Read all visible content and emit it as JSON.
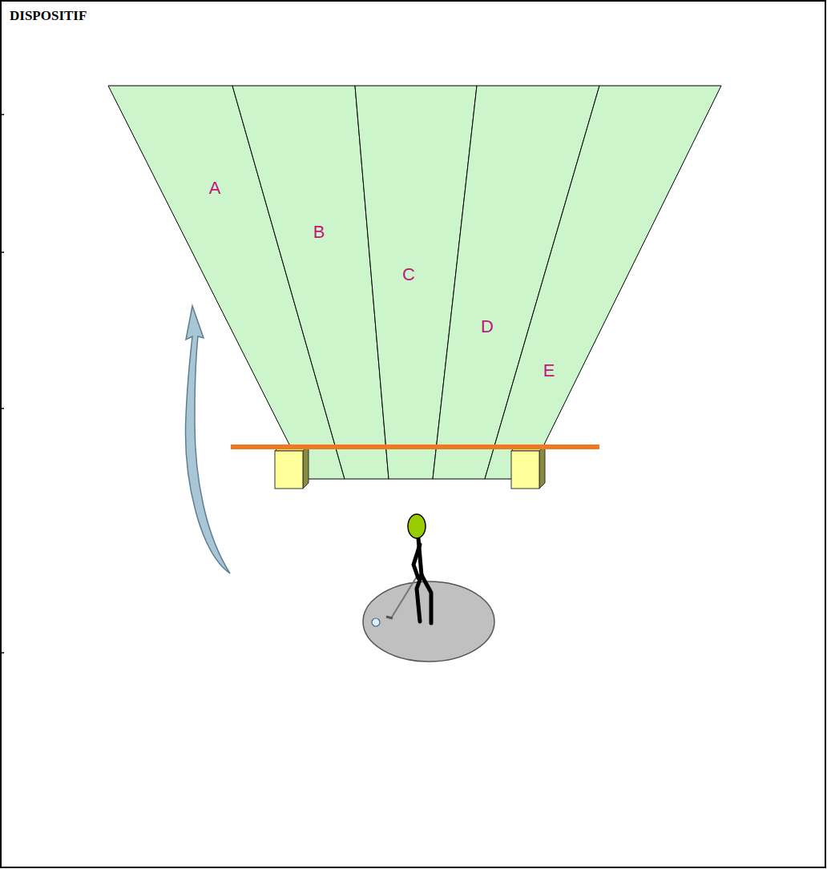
{
  "diagram": {
    "title": "DISPOSITIF",
    "nodes": [
      {
        "text": [
          "A"
        ]
      },
      {
        "text": [
          "B"
        ]
      },
      {
        "text": [
          "C"
        ]
      },
      {
        "text": [
          "D"
        ]
      },
      {
        "text": [
          "E"
        ]
      }
    ]
  }
}
